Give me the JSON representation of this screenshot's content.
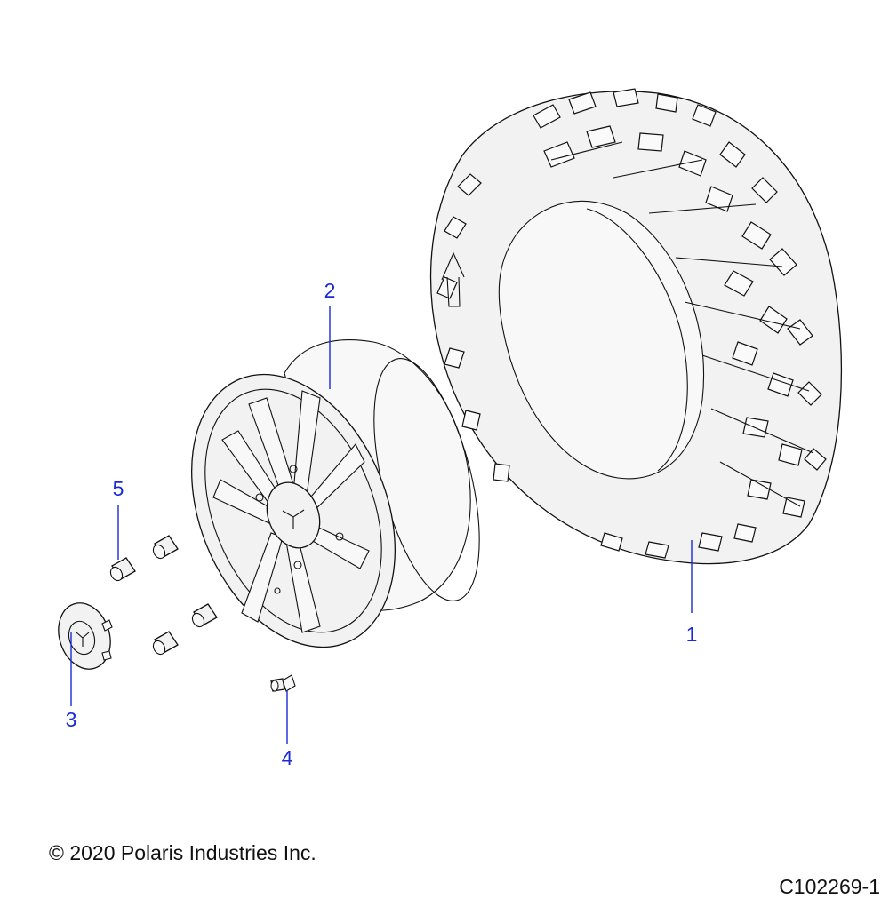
{
  "callouts": {
    "c1": "1",
    "c2": "2",
    "c3": "3",
    "c4": "4",
    "c5": "5"
  },
  "footer": {
    "copyright": "© 2020 Polaris Industries Inc.",
    "figure_id": "C102269-1"
  },
  "colors": {
    "callout": "#1a2bd6",
    "part_fill": "#f2f2f2",
    "outline": "#111111"
  }
}
